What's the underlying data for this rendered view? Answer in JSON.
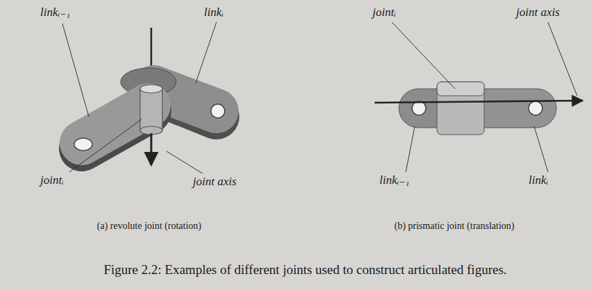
{
  "diagram": {
    "caption": "Figure 2.2: Examples of different joints used to construct articulated figures.",
    "labels": [
      "linkᵢ₋₁",
      "linkᵢ",
      "jointᵢ",
      "joint axis",
      "(a) revolute joint (rotation)",
      "jointᵢ",
      "joint axis",
      "linkᵢ₋₁",
      "linkᵢ",
      "(b) prismatic joint (translation)"
    ]
  }
}
